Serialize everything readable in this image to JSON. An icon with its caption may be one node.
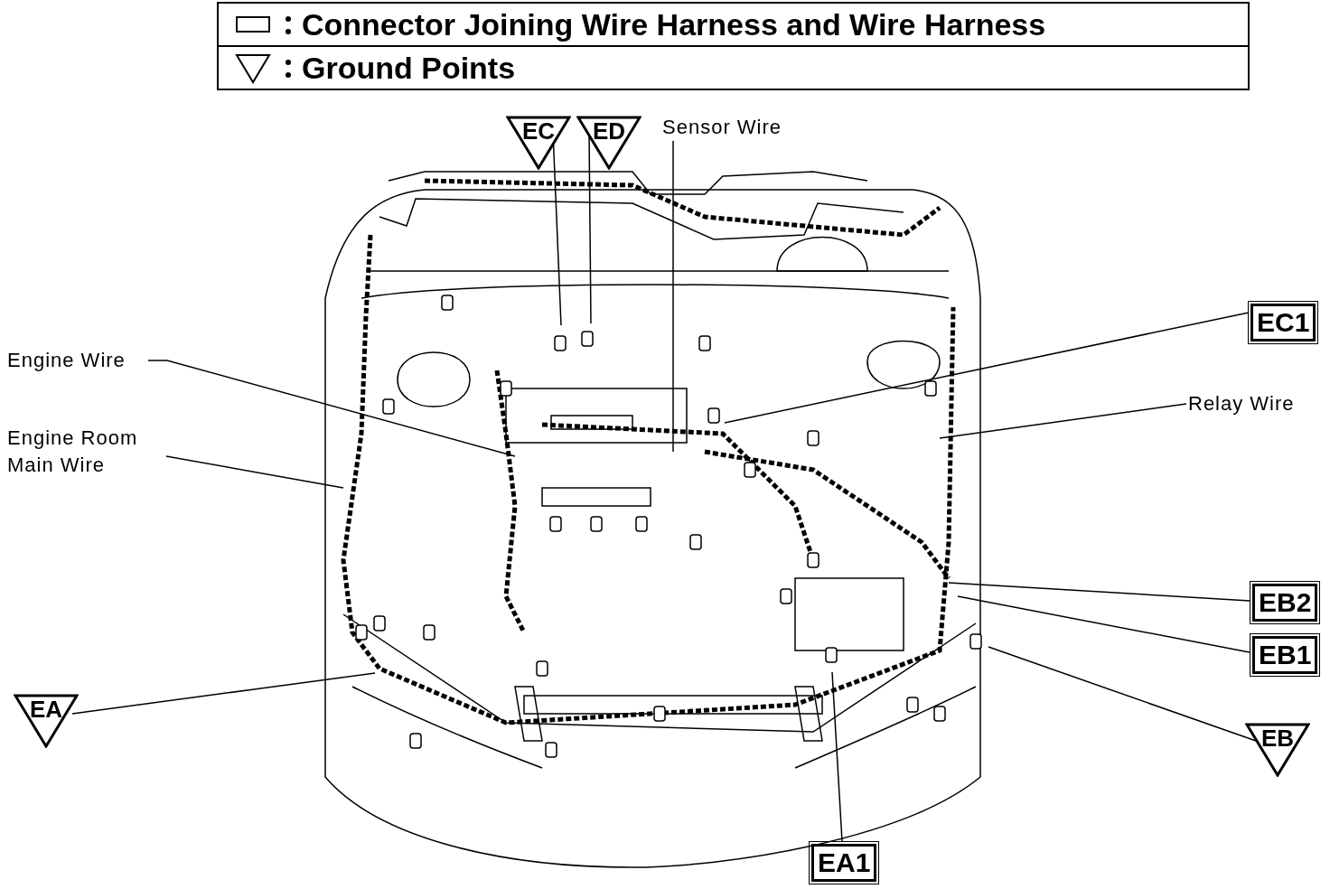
{
  "diagram": {
    "nodes": [
      {
        "text": [
          "EC"
        ]
      },
      {
        "text": [
          "ED"
        ]
      },
      {
        "text": [
          "Sensor Wire"
        ]
      },
      {
        "text": [
          "EC1"
        ]
      },
      {
        "text": [
          "Engine Wire"
        ]
      },
      {
        "text": [
          "Relay Wire"
        ]
      },
      {
        "text": [
          "Engine Room Main Wire"
        ]
      },
      {
        "text": [
          "EB2"
        ]
      },
      {
        "text": [
          "EB1"
        ]
      },
      {
        "text": [
          "EA"
        ]
      },
      {
        "text": [
          "EB"
        ]
      },
      {
        "text": [
          "EA1"
        ]
      }
    ],
    "edges": [
      {
        "from": 0,
        "to": null,
        "arrow": "none"
      },
      {
        "from": 1,
        "to": null,
        "arrow": "none"
      },
      {
        "from": 2,
        "to": null,
        "arrow": "none"
      },
      {
        "from": 3,
        "to": null,
        "arrow": "none"
      },
      {
        "from": 4,
        "to": null,
        "arrow": "none"
      },
      {
        "from": 5,
        "to": null,
        "arrow": "none"
      },
      {
        "from": 6,
        "to": null,
        "arrow": "none"
      },
      {
        "from": 7,
        "to": null,
        "arrow": "none"
      },
      {
        "from": 8,
        "to": null,
        "arrow": "none"
      },
      {
        "from": 9,
        "to": null,
        "arrow": "none"
      },
      {
        "from": 10,
        "to": null,
        "arrow": "none"
      },
      {
        "from": 11,
        "to": null,
        "arrow": "none"
      }
    ],
    "legend": [
      {
        "text": "Connector Joining Wire Harness and Wire Harness"
      },
      {
        "text": "Ground Points"
      }
    ]
  }
}
